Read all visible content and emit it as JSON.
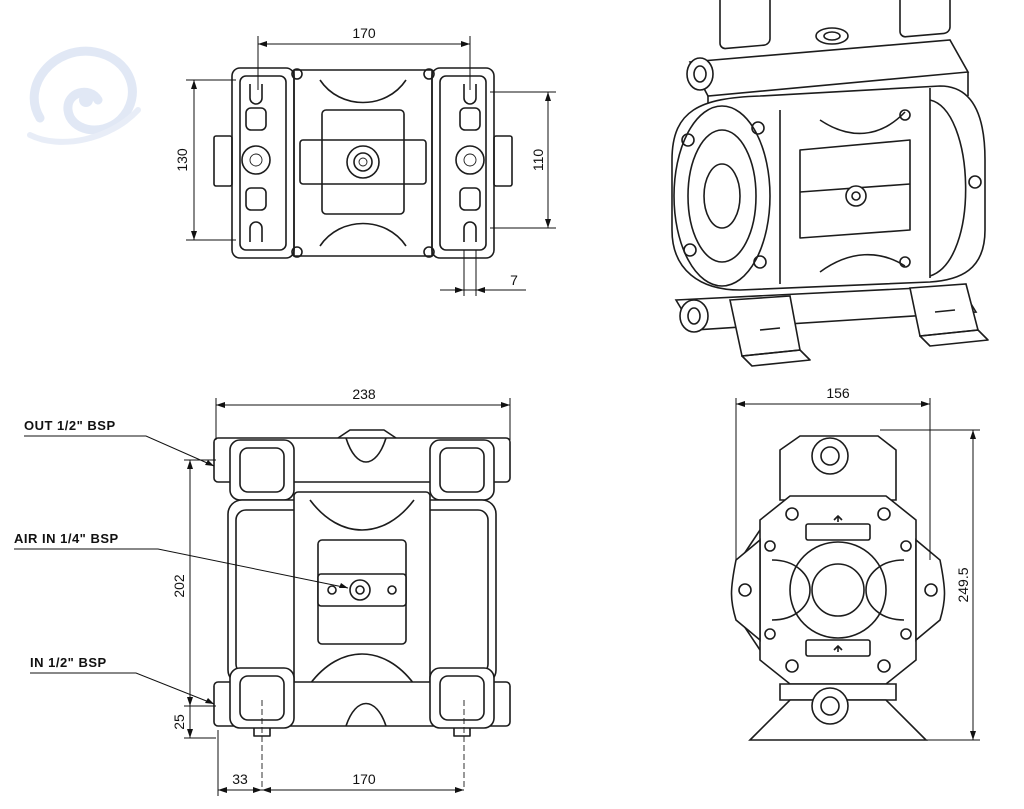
{
  "dimensions": {
    "top_width": "170",
    "top_height_outer": "130",
    "top_height_inner": "110",
    "top_slot": "7",
    "front_width": "238",
    "front_height": "202",
    "front_bottom_offset": "25",
    "front_left_offset": "33",
    "front_port_spacing": "170",
    "side_width": "156",
    "side_height": "249.5"
  },
  "callouts": {
    "outlet": "OUT 1/2\" BSP",
    "air_inlet": "AIR IN 1/4\" BSP",
    "inlet": "IN 1/2\" BSP"
  },
  "colors": {
    "line": "#1c1c1c",
    "logo": "#c9d6ee"
  },
  "icons": {
    "logo": "swirl-logo-icon"
  }
}
